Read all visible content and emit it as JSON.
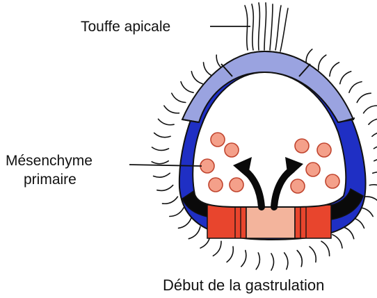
{
  "labels": {
    "apical_tuft": "Touffe apicale",
    "mesenchyme_line1": "Mésenchyme",
    "mesenchyme_line2": "primaire"
  },
  "caption": "Début de la gastrulation",
  "colors": {
    "animal_cells": "#9aa3e0",
    "vegetal_cells": "#1f2fc4",
    "junction_cells": "#0a0a0a",
    "endoderm_cells": "#e8452d",
    "plate_center": "#f3b49c",
    "mesenchyme_fill": "#f4a08a",
    "mesenchyme_stroke": "#c0442e",
    "arrow": "#0a0a0a",
    "outline": "#111111"
  },
  "icons": [
    "curved-arrow-left-icon",
    "curved-arrow-right-icon"
  ]
}
